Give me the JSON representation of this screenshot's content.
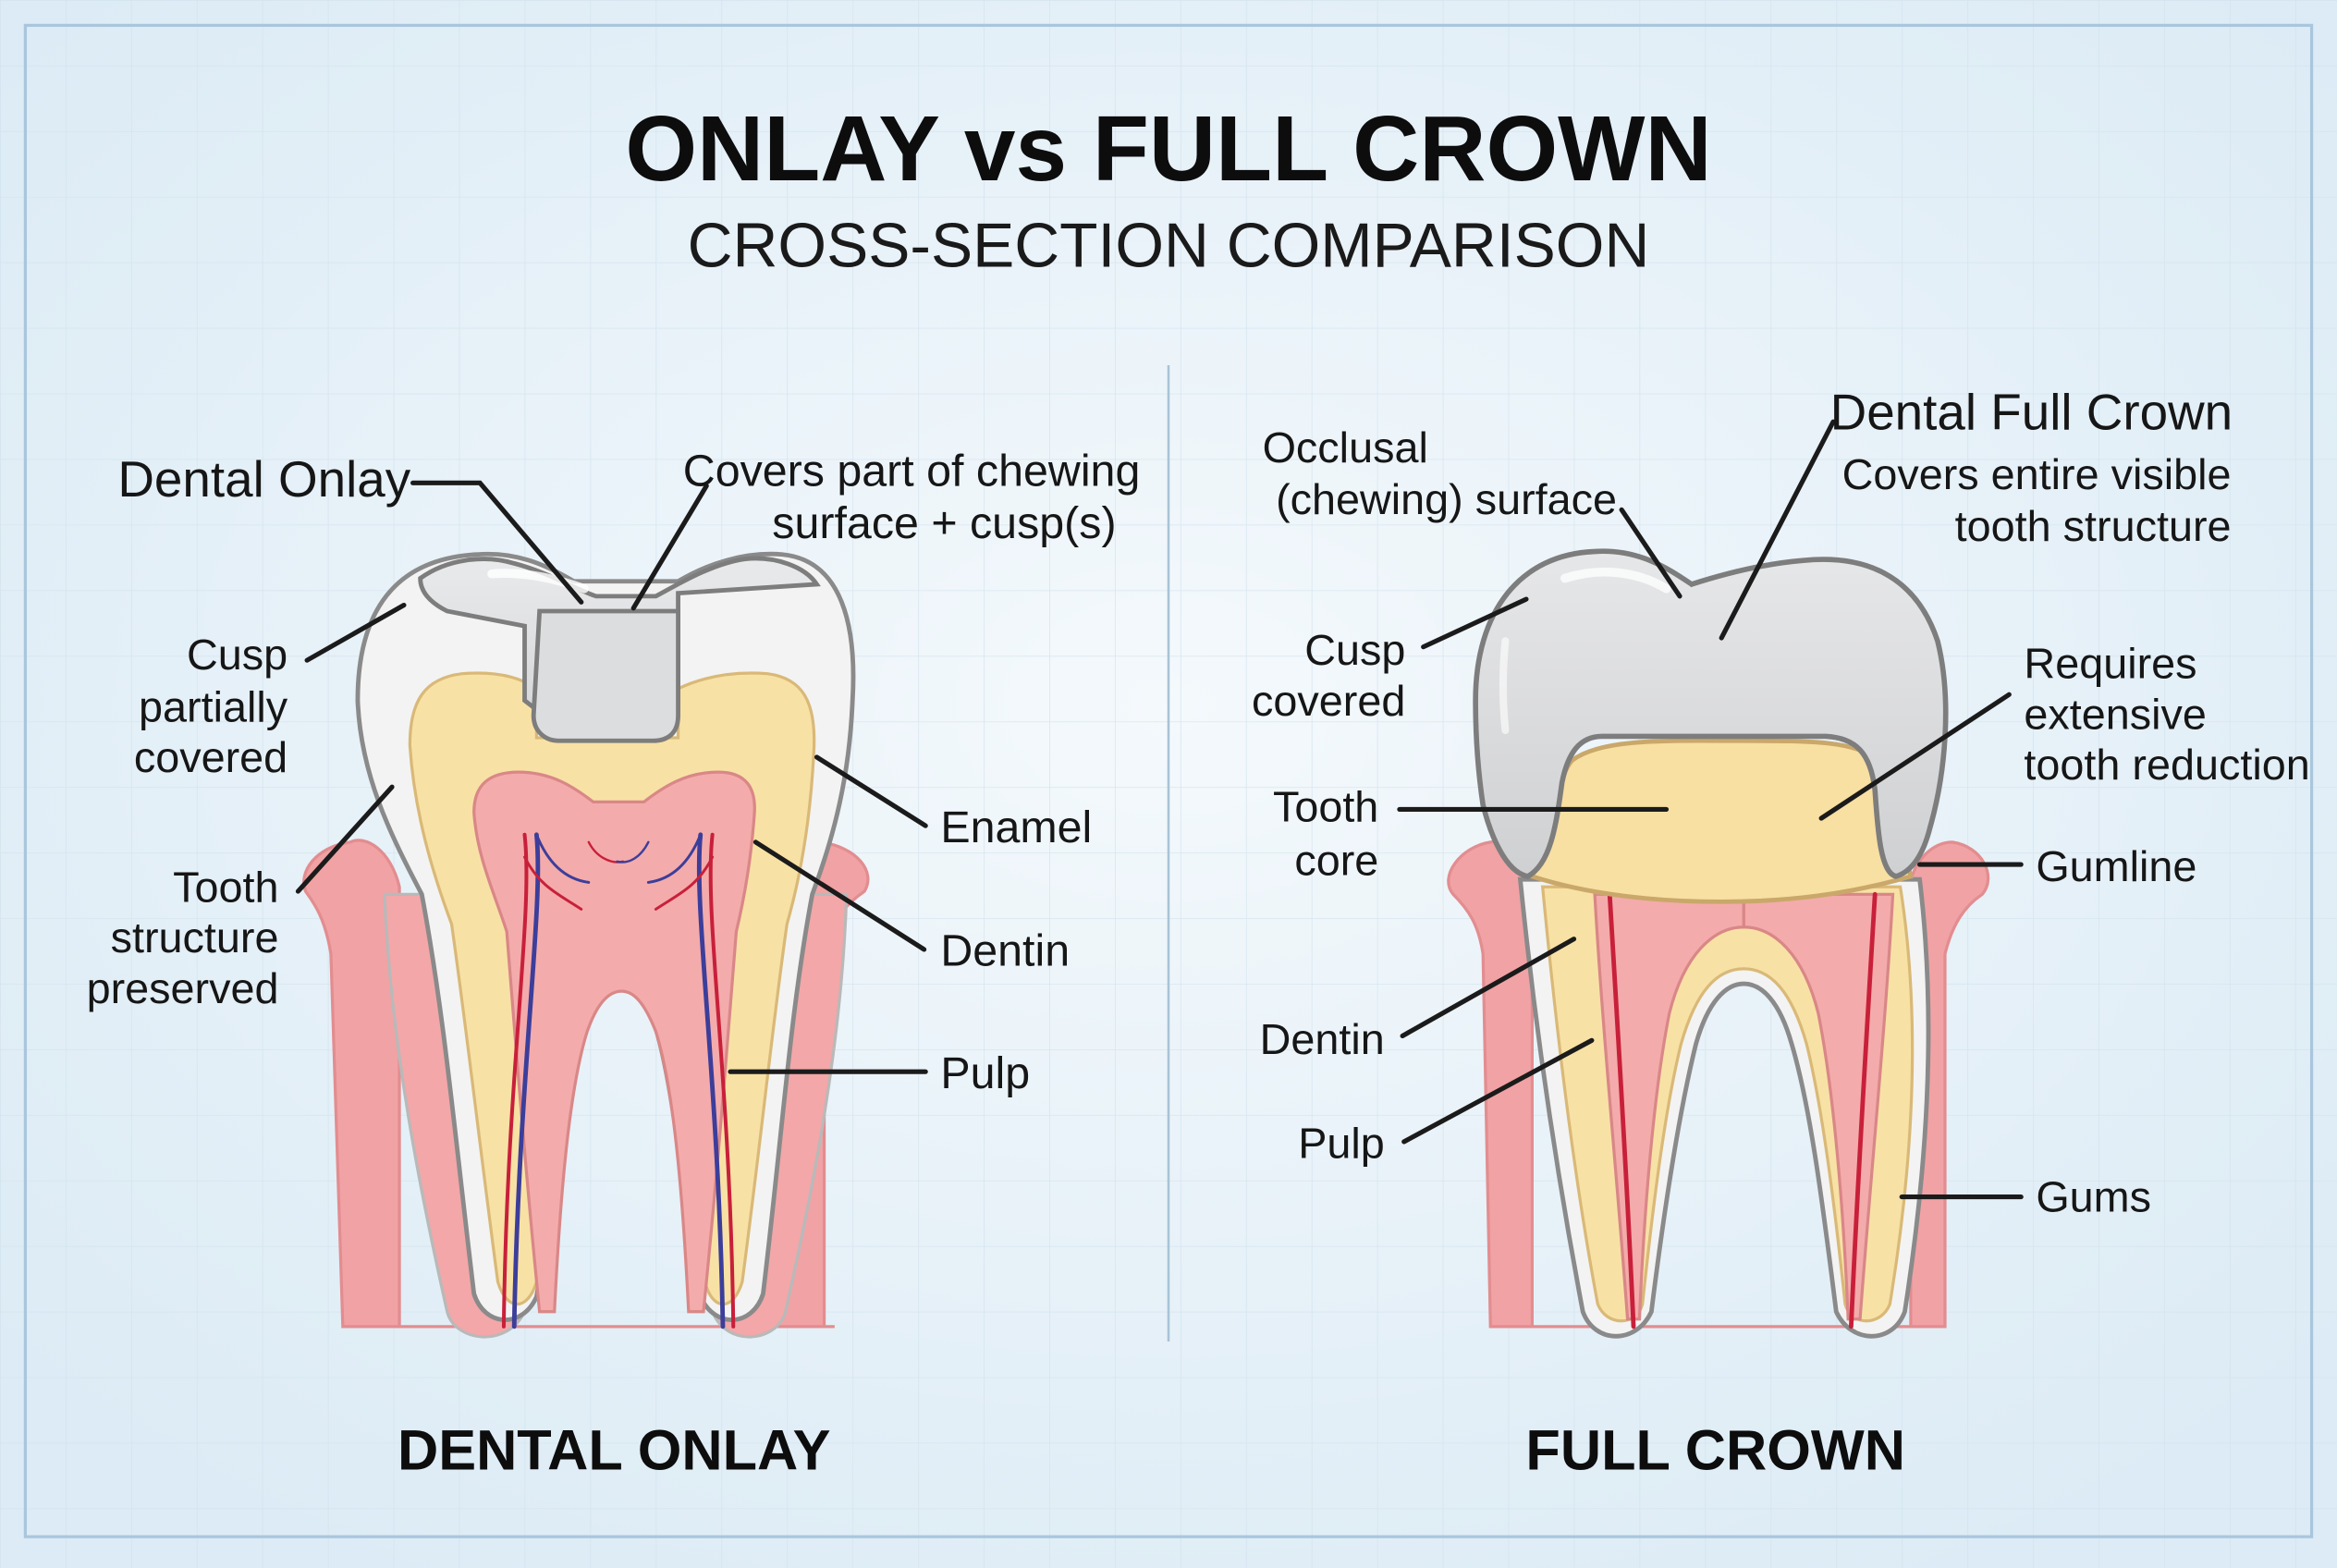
{
  "title": "ONLAY vs FULL CROWN",
  "subtitle": "CROSS-SECTION COMPARISON",
  "onlay": {
    "panel_title": "DENTAL ONLAY",
    "label_dental_onlay": "Dental Onlay",
    "label_covers_1": "Covers part of chewing",
    "label_covers_2": "surface + cusp(s)",
    "label_cusp_1": "Cusp",
    "label_cusp_2": "partially",
    "label_cusp_3": "covered",
    "label_tooth_1": "Tooth",
    "label_tooth_2": "structure",
    "label_tooth_3": "preserved",
    "label_enamel": "Enamel",
    "label_dentin": "Dentin",
    "label_pulp": "Pulp"
  },
  "crown": {
    "panel_title": "FULL CROWN",
    "label_dental_full_crown": "Dental Full Crown",
    "label_covers_1": "Covers entire visible",
    "label_covers_2": "tooth structure",
    "label_occlusal_1": "Occlusal",
    "label_occlusal_2": "(chewing) surface",
    "label_cusp_1": "Cusp",
    "label_cusp_2": "covered",
    "label_core_1": "Tooth",
    "label_core_2": "core",
    "label_requires_1": "Requires",
    "label_requires_2": "extensive",
    "label_requires_3": "tooth reduction",
    "label_gumline": "Gumline",
    "label_dentin": "Dentin",
    "label_pulp": "Pulp",
    "label_gums": "Gums"
  },
  "colors": {
    "background": "#e6f1f8",
    "grid": "#d3e3ee",
    "enamel": "#f2f2f2",
    "dentin": "#f9e3a6",
    "pulp": "#f3a8a8",
    "gum": "#ef9c9e",
    "crown": "#d7d8da",
    "outline": "#8a8a8a",
    "nerve": "#c8203a",
    "vessel": "#3c3e9a"
  }
}
